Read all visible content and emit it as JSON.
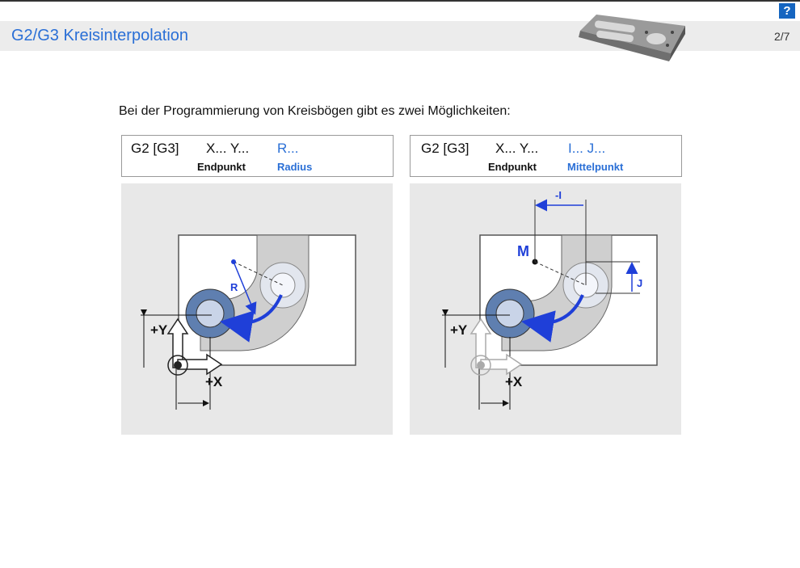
{
  "header": {
    "title": "G2/G3 Kreisinterpolation",
    "page": "2/7",
    "help_icon": "help-icon",
    "help_label": "?"
  },
  "intro": "Bei der Programmierung von Kreisbögen gibt es zwei Möglichkeiten:",
  "left": {
    "code": "G2 [G3]",
    "coords": "X... Y...",
    "param": "R...",
    "endpoint_label": "Endpunkt",
    "param_label": "Radius",
    "diagram": {
      "r_label": "R",
      "y_axis": "+Y",
      "x_axis": "+X"
    }
  },
  "right": {
    "code": "G2 [G3]",
    "coords": "X... Y...",
    "param": "I... J...",
    "endpoint_label": "Endpunkt",
    "param_label": "Mittelpunkt",
    "diagram": {
      "m_label": "M",
      "i_label": "-I",
      "j_label": "J",
      "y_axis": "+Y",
      "x_axis": "+X"
    }
  },
  "colors": {
    "title": "#2a6fd6",
    "accent_blue": "#1f3fd8",
    "panel_bg": "#e8e8e8"
  }
}
